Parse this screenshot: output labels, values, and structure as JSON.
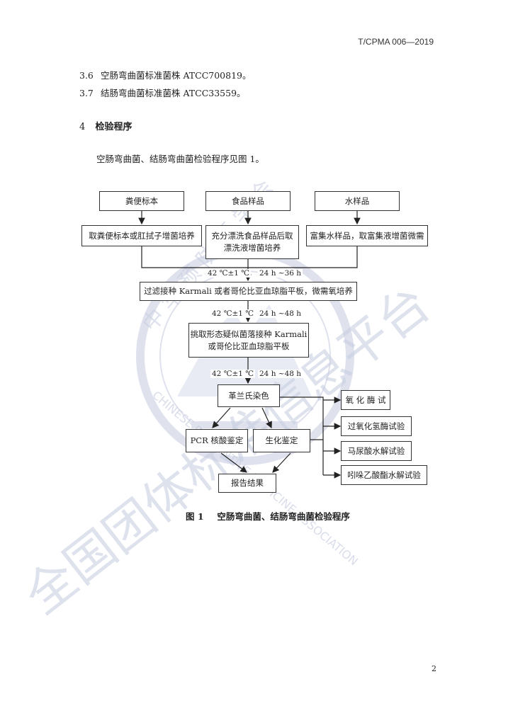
{
  "header": {
    "doc_code": "T/CPMA  006—2019"
  },
  "clauses": [
    {
      "num": "3.6",
      "text": "空肠弯曲菌标准菌株 ATCC700819。"
    },
    {
      "num": "3.7",
      "text": "结肠弯曲菌标准菌株 ATCC33559。"
    }
  ],
  "section": {
    "num": "4",
    "title": "检验程序"
  },
  "intro": "空肠弯曲菌、结肠弯曲菌检验程序见图 1。",
  "flowchart": {
    "sources": [
      "粪便标本",
      "食品样品",
      "水样品"
    ],
    "prep": [
      "取粪便标本或肛拭子增菌培养",
      "充分漂洗食品样品后取漂洗液增菌培养",
      "富集水样品，取富集液增菌微需"
    ],
    "cond1": {
      "temp": "42 ℃±1 ℃",
      "time": "24 h ~36 h"
    },
    "filter": "过滤接种 Karmali 或者哥伦比亚血琼脂平板，微需氧培养",
    "cond2": {
      "temp": "42 ℃±1 ℃",
      "time": "24 h ~48 h"
    },
    "pick": [
      "挑取形态疑似菌落接种 Karmali",
      "或哥伦比亚血琼脂平板"
    ],
    "cond3": {
      "temp": "42 ℃±1 ℃",
      "time": "24 h ~48 h"
    },
    "gram": "革兰氏染色",
    "pcr": "PCR 核酸鉴定",
    "biochem": "生化鉴定",
    "tests": [
      "氧 化 酶 试",
      "过氧化氢酶试验",
      "马尿酸水解试验",
      "吲哚乙酸酯水解试验"
    ],
    "report": "报告结果"
  },
  "caption": {
    "num": "图 1",
    "title": "空肠弯曲菌、结肠弯曲菌检验程序"
  },
  "page_number": "2",
  "watermark": {
    "top_text": "中 华 预 防 医 学 会",
    "ring_en": "CHINESE PREVENTIVE MEDICINE ASSOCIATION",
    "diagonal": "全国团体标准信息平台",
    "color": "#c5cbe0"
  }
}
